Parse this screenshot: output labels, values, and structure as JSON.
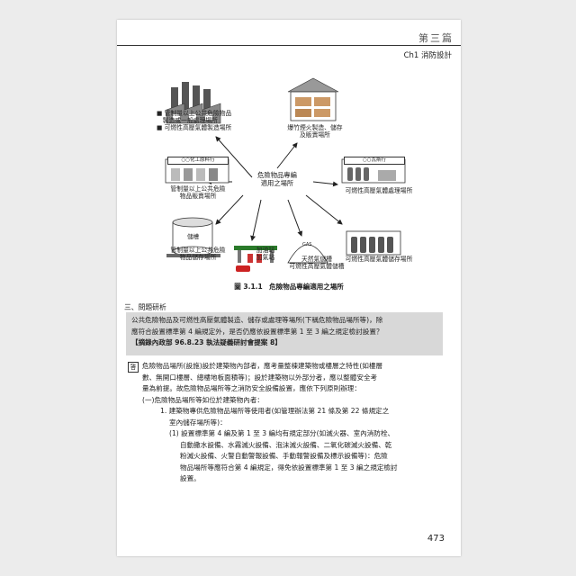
{
  "header": {
    "part": "第三篇",
    "chapter": "Ch1   消防設計"
  },
  "figure": {
    "center_label": "危險物品專編\n適用之場所",
    "caption": "圖 3.1.1　危險物品專編適用之場所",
    "nodes": {
      "factory": "■ 管制量以上公共危險物品\n　製造或一般處理場所\n■ 可燃性高壓氣體製造場所",
      "fireworks": "爆竹煙火製造、儲存\n及販賣場所",
      "chem_store": "管制量以上公共危險\n物品販賣場所",
      "gas_handling": "可燃性高壓氣體處理場所",
      "tank": "管制量以上公共危險\n物品儲存場所",
      "gas_station": "加油站\n加氣站",
      "natural_gas": "天然氣儲槽\n可燃性高壓氣體儲槽",
      "gas_storage": "可燃性高壓氣體儲存場所"
    },
    "signs": {
      "chem": "○○化工原料行",
      "gas": "○○瓦斯行",
      "tank": "儲槽",
      "gas_tank": "GAS"
    }
  },
  "section_title": "三、問題研析",
  "question": {
    "line1": "公共危險物品及可燃性高壓氣體製造、儲存或處理等場所(下稱危險物品場所等)，除",
    "line2": "應符合設置標準第 4 編規定外，是否仍應依設置標準第 1 至 3 編之規定檢討設置？",
    "line3": "【摘錄內政部 96.8.23 執法疑義研討會提案 8】"
  },
  "answer": {
    "mark": "答",
    "p1": "危險物品場所(設施)設於建築物內部者，應考量整棟建築物或樓層之特性(如樓層",
    "p2": "數、無開口樓層、總樓地板面積等)；設於建築物以外部分者，應以整體安全考",
    "p3": "量為前提。故危險物品場所等之消防安全設備設置，應依下列原則辦理：",
    "i1": "(一)危險物品場所等如位於建築物內者：",
    "i2": "1. 建築物專供危險物品場所等使用者(如管理辦法第 21 條及第 22 條規定之",
    "i3": "室內儲存場所等)：",
    "i4": "(1) 設置標準第 4 編及第 1 至 3 編均有規定部分(如滅火器、室內消防栓、",
    "i5": "自動撒水設備、水霧滅火設備、泡沫滅火設備、二氧化碳滅火設備、乾",
    "i6": "粉滅火設備、火警自動警報設備、手動報警設備及標示設備等)：危險",
    "i7": "物品場所等應符合第 4 編規定，得免依設置標準第 1 至 3 編之規定檢討",
    "i8": "設置。"
  },
  "page_number": "473"
}
